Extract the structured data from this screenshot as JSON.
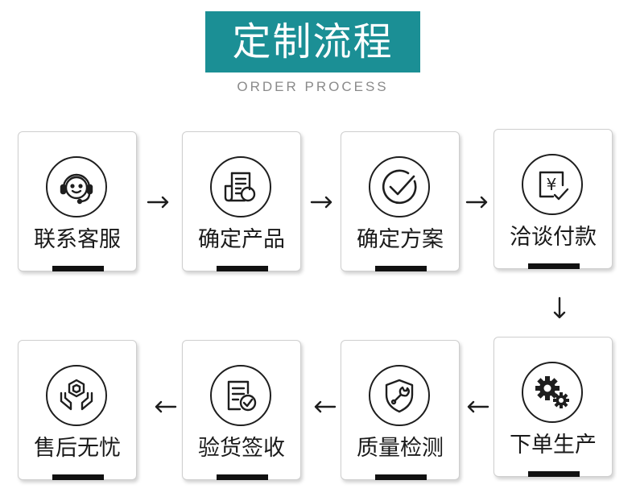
{
  "title": "定制流程",
  "subtitle": "ORDER PROCESS",
  "colors": {
    "banner": "#1b8f95",
    "icon_stroke": "#1e1e1e",
    "bar": "#111111"
  },
  "steps": [
    {
      "label": "联系客服",
      "icon": "customer-service-icon"
    },
    {
      "label": "确定产品",
      "icon": "product-document-icon"
    },
    {
      "label": "确定方案",
      "icon": "checkmark-icon"
    },
    {
      "label": "洽谈付款",
      "icon": "yuan-payment-icon",
      "symbol": "¥"
    },
    {
      "label": "下单生产",
      "icon": "gears-icon"
    },
    {
      "label": "质量检测",
      "icon": "shield-wrench-icon"
    },
    {
      "label": "验货签收",
      "icon": "signed-document-icon"
    },
    {
      "label": "售后无忧",
      "icon": "hexagon-hands-icon"
    }
  ]
}
